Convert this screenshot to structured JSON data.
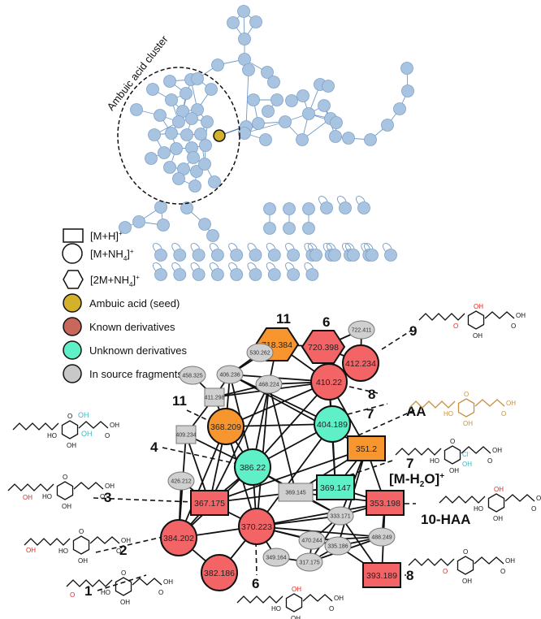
{
  "top_network": {
    "cluster_label": "Ambuic acid cluster",
    "node_color": "#a9c4e0",
    "node_stroke": "#7ea3cc",
    "seed_color": "#d4b12a"
  },
  "legend": {
    "items": [
      {
        "shape": "rect",
        "label": "[M+H]",
        "sup": "+",
        "sub": ""
      },
      {
        "shape": "circle",
        "label": "[M+NH",
        "sub": "4",
        "after": "]",
        "sup": "+"
      },
      {
        "shape": "hexagon",
        "label": "[2M+NH",
        "sub": "4",
        "after": "]",
        "sup": "+"
      },
      {
        "shape": "circle",
        "label": "Ambuic acid (seed)",
        "color": "#d4b12a"
      },
      {
        "shape": "circle",
        "label": "Known derivatives",
        "color": "#c9685a"
      },
      {
        "shape": "circle",
        "label": "Unknown derivatives",
        "color": "#5ff0c8"
      },
      {
        "shape": "circle",
        "label": "In source fragments",
        "color": "#c8c8c8"
      }
    ]
  },
  "colors": {
    "known": "#f26466",
    "unknown": "#5ff0c8",
    "orange": "#f7962f",
    "fragment": "#d0d0d0",
    "red_group": "#e8241f",
    "cyan_group": "#3bb8c0",
    "tan_group": "#c89040"
  },
  "detail_network": {
    "nodes": [
      {
        "id": "718.384",
        "label": "718.384",
        "shape": "hexagon",
        "type": "orange"
      },
      {
        "id": "720.398",
        "label": "720.398",
        "shape": "hexagon",
        "type": "known"
      },
      {
        "id": "722.411",
        "label": "722.411",
        "shape": "ellipse",
        "type": "fragment"
      },
      {
        "id": "412.234",
        "label": "412.234",
        "shape": "circle",
        "type": "known"
      },
      {
        "id": "410.22",
        "label": "410.22",
        "shape": "circle",
        "type": "known"
      },
      {
        "id": "530.262",
        "label": "530.262",
        "shape": "ellipse",
        "type": "fragment"
      },
      {
        "id": "406.236",
        "label": "406.236",
        "shape": "ellipse",
        "type": "fragment"
      },
      {
        "id": "458.325",
        "label": "458.325",
        "shape": "ellipse",
        "type": "fragment"
      },
      {
        "id": "468.224",
        "label": "468.224",
        "shape": "ellipse",
        "type": "fragment"
      },
      {
        "id": "411.298",
        "label": "411.298",
        "shape": "rect",
        "type": "fragment"
      },
      {
        "id": "368.209",
        "label": "368.209",
        "shape": "circle",
        "type": "orange"
      },
      {
        "id": "404.189",
        "label": "404.189",
        "shape": "circle",
        "type": "unknown"
      },
      {
        "id": "409.234",
        "label": "409.234",
        "shape": "rect",
        "type": "fragment"
      },
      {
        "id": "351.2",
        "label": "351.2",
        "shape": "rect",
        "type": "orange"
      },
      {
        "id": "386.22",
        "label": "386.22",
        "shape": "circle",
        "type": "unknown"
      },
      {
        "id": "426.212",
        "label": "426.212",
        "shape": "ellipse",
        "type": "fragment"
      },
      {
        "id": "369.145",
        "label": "369.145",
        "shape": "rect",
        "type": "fragment"
      },
      {
        "id": "369.147",
        "label": "369.147",
        "shape": "rect",
        "type": "unknown"
      },
      {
        "id": "367.175",
        "label": "367.175",
        "shape": "rect",
        "type": "known"
      },
      {
        "id": "353.198",
        "label": "353.198",
        "shape": "rect",
        "type": "known"
      },
      {
        "id": "333.171",
        "label": "333.171",
        "shape": "ellipse",
        "type": "fragment"
      },
      {
        "id": "384.202",
        "label": "384.202",
        "shape": "circle",
        "type": "known"
      },
      {
        "id": "370.223",
        "label": "370.223",
        "shape": "circle",
        "type": "known"
      },
      {
        "id": "470.244",
        "label": "470.244",
        "shape": "ellipse",
        "type": "fragment"
      },
      {
        "id": "488.249",
        "label": "488.249",
        "shape": "ellipse",
        "type": "fragment"
      },
      {
        "id": "335.186",
        "label": "335.186",
        "shape": "ellipse",
        "type": "fragment"
      },
      {
        "id": "349.164",
        "label": "349.164",
        "shape": "ellipse",
        "type": "fragment"
      },
      {
        "id": "317.175",
        "label": "317.175",
        "shape": "ellipse",
        "type": "fragment"
      },
      {
        "id": "382.186",
        "label": "382.186",
        "shape": "circle",
        "type": "known"
      },
      {
        "id": "393.189",
        "label": "393.189",
        "shape": "rect",
        "type": "known"
      }
    ],
    "edges": [
      [
        "718.384",
        "720.398"
      ],
      [
        "718.384",
        "406.236"
      ],
      [
        "718.384",
        "468.224"
      ],
      [
        "718.384",
        "410.22"
      ],
      [
        "720.398",
        "722.411"
      ],
      [
        "720.398",
        "412.234"
      ],
      [
        "722.411",
        "412.234"
      ],
      [
        "412.234",
        "410.22"
      ],
      [
        "530.262",
        "406.236"
      ],
      [
        "458.325",
        "411.298"
      ],
      [
        "406.236",
        "411.298"
      ],
      [
        "406.236",
        "368.209"
      ],
      [
        "406.236",
        "386.22"
      ],
      [
        "406.236",
        "404.189"
      ],
      [
        "406.236",
        "410.22"
      ],
      [
        "406.236",
        "351.2"
      ],
      [
        "468.224",
        "410.22"
      ],
      [
        "468.224",
        "411.298"
      ],
      [
        "468.224",
        "386.22"
      ],
      [
        "468.224",
        "367.175"
      ],
      [
        "468.224",
        "369.145"
      ],
      [
        "468.224",
        "370.223"
      ],
      [
        "411.298",
        "410.22"
      ],
      [
        "411.298",
        "409.234"
      ],
      [
        "411.298",
        "368.209"
      ],
      [
        "410.22",
        "368.209"
      ],
      [
        "410.22",
        "404.189"
      ],
      [
        "410.22",
        "386.22"
      ],
      [
        "410.22",
        "351.2"
      ],
      [
        "410.22",
        "369.147"
      ],
      [
        "368.209",
        "404.189"
      ],
      [
        "368.209",
        "386.22"
      ],
      [
        "368.209",
        "384.202"
      ],
      [
        "368.209",
        "370.223"
      ],
      [
        "368.209",
        "367.175"
      ],
      [
        "404.189",
        "386.22"
      ],
      [
        "404.189",
        "369.147"
      ],
      [
        "404.189",
        "370.223"
      ],
      [
        "409.234",
        "386.22"
      ],
      [
        "409.234",
        "384.202"
      ],
      [
        "409.234",
        "367.175"
      ],
      [
        "351.2",
        "367.175"
      ],
      [
        "351.2",
        "369.145"
      ],
      [
        "351.2",
        "369.147"
      ],
      [
        "351.2",
        "353.198"
      ],
      [
        "351.2",
        "333.171"
      ],
      [
        "351.2",
        "335.186"
      ],
      [
        "386.22",
        "367.175"
      ],
      [
        "386.22",
        "370.223"
      ],
      [
        "386.22",
        "369.145"
      ],
      [
        "386.22",
        "384.202"
      ],
      [
        "386.22",
        "333.171"
      ],
      [
        "426.212",
        "384.202"
      ],
      [
        "426.212",
        "367.175"
      ],
      [
        "369.145",
        "367.175"
      ],
      [
        "369.145",
        "369.147"
      ],
      [
        "369.145",
        "353.198"
      ],
      [
        "369.145",
        "333.171"
      ],
      [
        "369.147",
        "353.198"
      ],
      [
        "367.175",
        "384.202"
      ],
      [
        "367.175",
        "370.223"
      ],
      [
        "353.198",
        "333.171"
      ],
      [
        "353.198",
        "370.223"
      ],
      [
        "353.198",
        "488.249"
      ],
      [
        "353.198",
        "393.189"
      ],
      [
        "333.171",
        "370.223"
      ],
      [
        "333.171",
        "470.244"
      ],
      [
        "333.171",
        "317.175"
      ],
      [
        "333.171",
        "393.189"
      ],
      [
        "384.202",
        "370.223"
      ],
      [
        "384.202",
        "382.186"
      ],
      [
        "370.223",
        "382.186"
      ],
      [
        "370.223",
        "470.244"
      ],
      [
        "370.223",
        "488.249"
      ],
      [
        "370.223",
        "349.164"
      ],
      [
        "370.223",
        "335.186"
      ],
      [
        "470.244",
        "488.249"
      ],
      [
        "470.244",
        "335.186"
      ],
      [
        "335.186",
        "488.249"
      ],
      [
        "317.175",
        "488.249"
      ],
      [
        "317.175",
        "335.186"
      ],
      [
        "349.164",
        "317.175"
      ],
      [
        "335.186",
        "393.189"
      ],
      [
        "317.175",
        "470.244"
      ]
    ]
  },
  "compound_labels": [
    {
      "id": "11-top",
      "text": "11"
    },
    {
      "id": "6-top",
      "text": "6"
    },
    {
      "id": "9",
      "text": "9"
    },
    {
      "id": "8-top",
      "text": "8"
    },
    {
      "id": "11-left",
      "text": "11"
    },
    {
      "id": "7-a",
      "text": "7"
    },
    {
      "id": "AA",
      "text": "AA"
    },
    {
      "id": "4",
      "text": "4"
    },
    {
      "id": "7-b",
      "text": "7"
    },
    {
      "id": "mh2o",
      "text": "[M-H",
      "sub": "2",
      "after": "O]",
      "sup": "+"
    },
    {
      "id": "3",
      "text": "3"
    },
    {
      "id": "10-HAA",
      "text": "10-HAA"
    },
    {
      "id": "2",
      "text": "2"
    },
    {
      "id": "6-bottom",
      "text": "6"
    },
    {
      "id": "1",
      "text": "1"
    },
    {
      "id": "8-bottom",
      "text": "8"
    }
  ],
  "structure_atoms": {
    "oh": "OH",
    "ho": "HO",
    "o": "O",
    "cl": "Cl"
  }
}
